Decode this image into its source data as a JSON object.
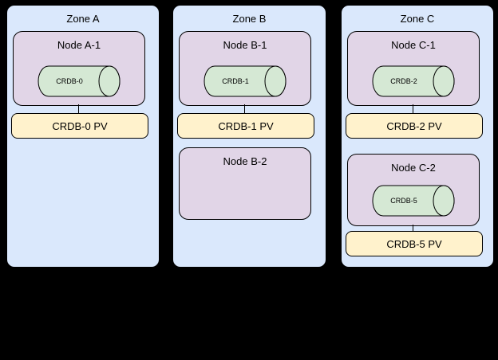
{
  "colors": {
    "background": "#000000",
    "zone_fill": "#dae8fc",
    "node_fill": "#e1d5e7",
    "pv_fill": "#fff2cc",
    "db_cylinder_fill": "#d5e8d4",
    "stroke": "#000000"
  },
  "zones": [
    {
      "label": "Zone A",
      "nodes": [
        {
          "label": "Node A-1",
          "db": "CRDB-0",
          "pv": "CRDB-0 PV"
        }
      ]
    },
    {
      "label": "Zone B",
      "nodes": [
        {
          "label": "Node B-1",
          "db": "CRDB-1",
          "pv": "CRDB-1 PV"
        },
        {
          "label": "Node B-2"
        }
      ]
    },
    {
      "label": "Zone C",
      "nodes": [
        {
          "label": "Node C-1",
          "db": "CRDB-2",
          "pv": "CRDB-2 PV"
        },
        {
          "label": "Node C-2",
          "db": "CRDB-5",
          "pv": "CRDB-5 PV"
        }
      ]
    }
  ]
}
